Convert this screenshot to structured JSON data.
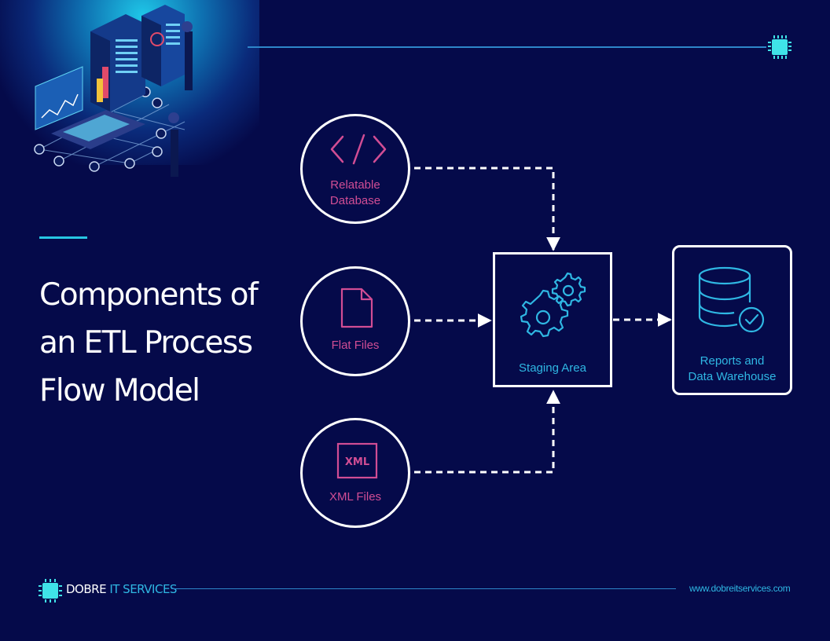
{
  "title": {
    "line1": "Components of",
    "line2": "an ETL Process",
    "line3": "Flow Model"
  },
  "sources": [
    {
      "label_line1": "Relatable",
      "label_line2": "Database",
      "icon": "code-icon"
    },
    {
      "label_line1": "Flat Files",
      "icon": "file-icon"
    },
    {
      "label_line1": "XML Files",
      "icon": "xml-icon",
      "icon_text": "XML"
    }
  ],
  "staging": {
    "label": "Staging Area",
    "icon": "gears-icon"
  },
  "target": {
    "label_line1": "Reports and",
    "label_line2": "Data Warehouse",
    "icon": "database-check-icon"
  },
  "footer": {
    "brand_main": "DOBRE",
    "brand_accent": " IT SERVICES",
    "website": "www.dobreitservices.com"
  },
  "colors": {
    "background": "#050a4a",
    "accent_cyan": "#2fb7e3",
    "accent_pink": "#d14d94",
    "line_blue": "#2e86c9"
  }
}
